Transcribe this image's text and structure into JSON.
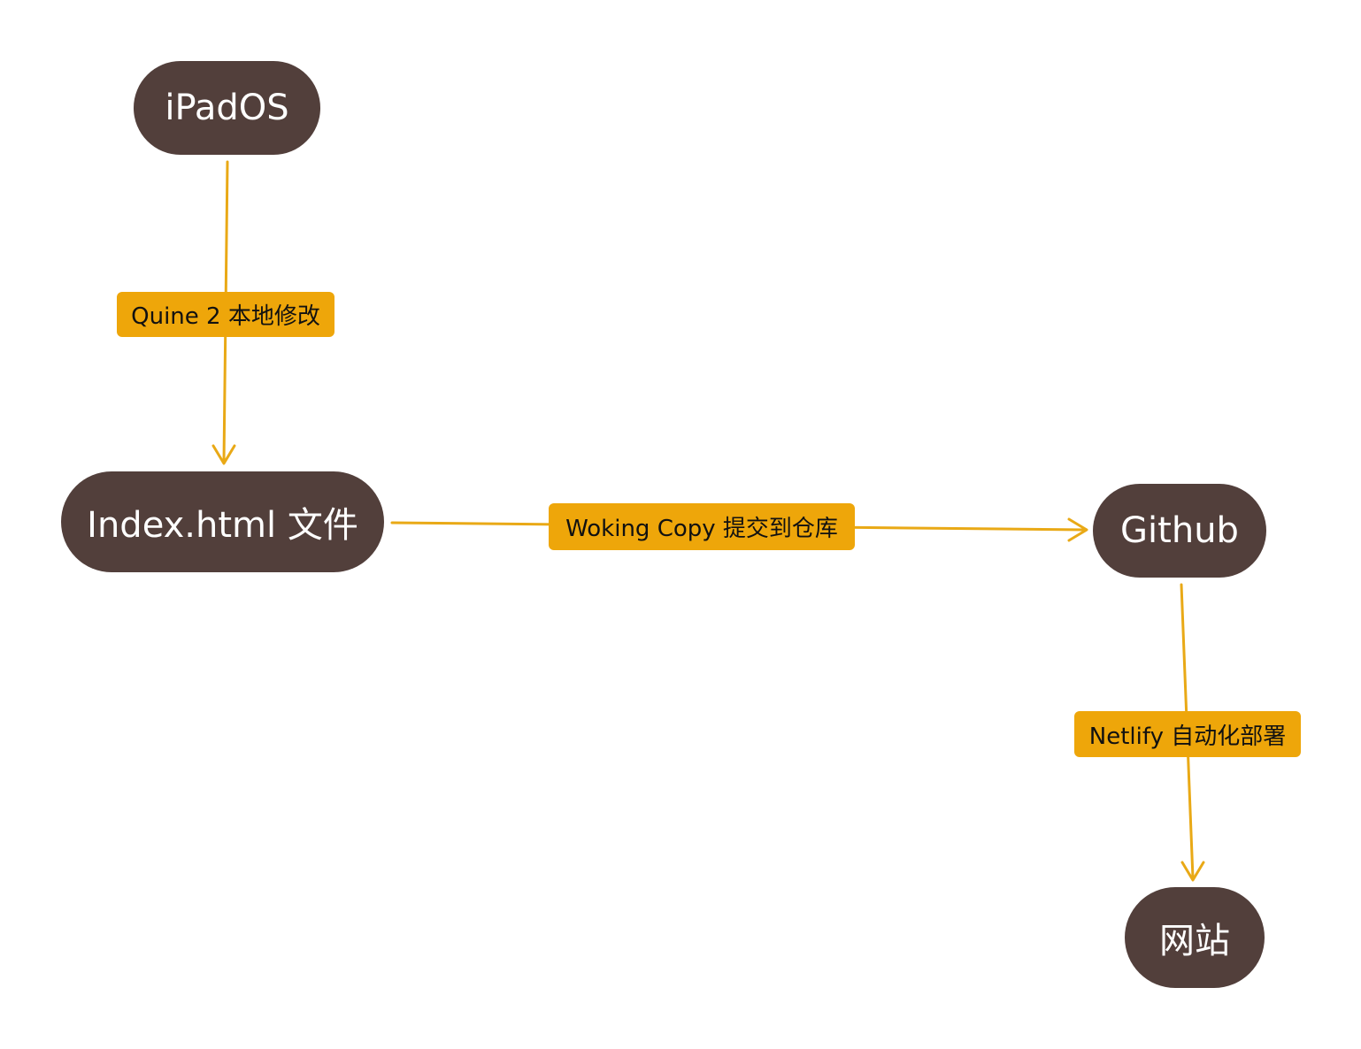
{
  "colors": {
    "node_fill": "#523f3b",
    "node_text": "#ffffff",
    "edge": "#e9a916",
    "label_fill": "#eea60a",
    "label_text": "#111111",
    "background": "#ffffff"
  },
  "nodes": {
    "ipados": "iPadOS",
    "index": "Index.html 文件",
    "github": "Github",
    "website": "网站"
  },
  "edges": {
    "quine": "Quine 2 本地修改",
    "woking": "Woking Copy 提交到仓库",
    "netlify": "Netlify 自动化部署"
  }
}
